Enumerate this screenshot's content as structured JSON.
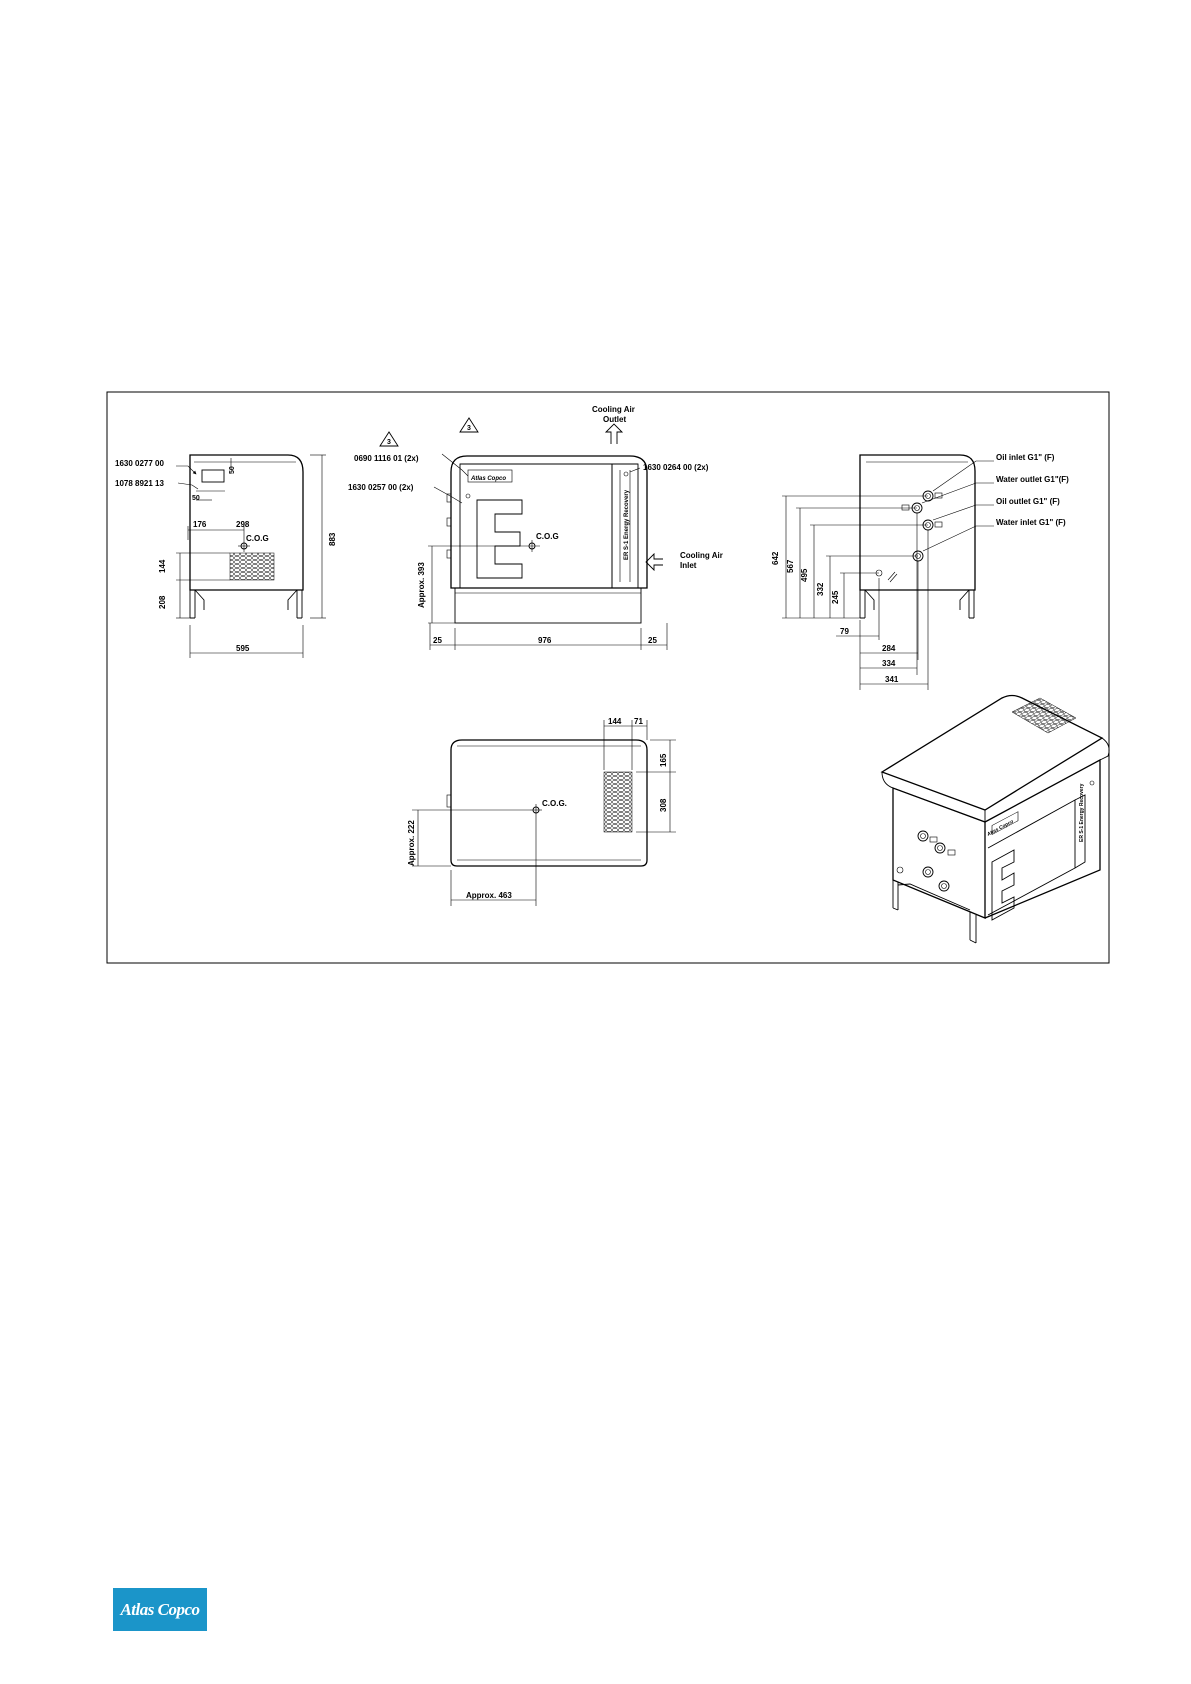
{
  "views": {
    "front": {
      "label_part_a": "1630 0277 00",
      "label_part_b": "1078 8921 13",
      "dim_50_top": "50",
      "dim_50_left": "50",
      "dim_176": "176",
      "dim_298": "298",
      "dim_144": "144",
      "dim_208": "208",
      "dim_883": "883",
      "dim_595": "595",
      "cog": "C.O.G"
    },
    "side": {
      "warning_number_a": "3",
      "warning_number_b": "3",
      "label_part_c": "0690 1116 01 (2x)",
      "label_part_d": "1630 0257 00 (2x)",
      "label_part_e": "1630 0264 00 (2x)",
      "cooling_outlet_line1": "Cooling Air",
      "cooling_outlet_line2": "Outlet",
      "cooling_inlet_line1": "Cooling Air",
      "cooling_inlet_line2": "Inlet",
      "brand_plate": "Atlas Copco",
      "side_band_text": "ER  S-1  Energy Recovery",
      "dim_approx_393": "Approx. 393",
      "dim_25_left": "25",
      "dim_976": "976",
      "dim_25_right": "25",
      "cog": "C.O.G"
    },
    "rear": {
      "oil_inlet": "Oil inlet G1\" (F)",
      "water_outlet": "Water outlet G1\"(F)",
      "oil_outlet": "Oil outlet G1\" (F)",
      "water_inlet": "Water inlet G1\" (F)",
      "dim_642": "642",
      "dim_567": "567",
      "dim_495": "495",
      "dim_332": "332",
      "dim_245": "245",
      "dim_79": "79",
      "dim_284": "284",
      "dim_334": "334",
      "dim_341": "341"
    },
    "top": {
      "dim_144": "144",
      "dim_71": "71",
      "dim_165": "165",
      "dim_308": "308",
      "dim_approx_222": "Approx. 222",
      "dim_approx_463": "Approx. 463",
      "cog": "C.O.G."
    },
    "iso": {
      "brand_plate": "Atlas Copco",
      "side_band_text": "ER  S-1  Energy Recovery"
    }
  },
  "footer": {
    "logo_text": "Atlas Copco",
    "logo_color": "#1b95c9"
  }
}
